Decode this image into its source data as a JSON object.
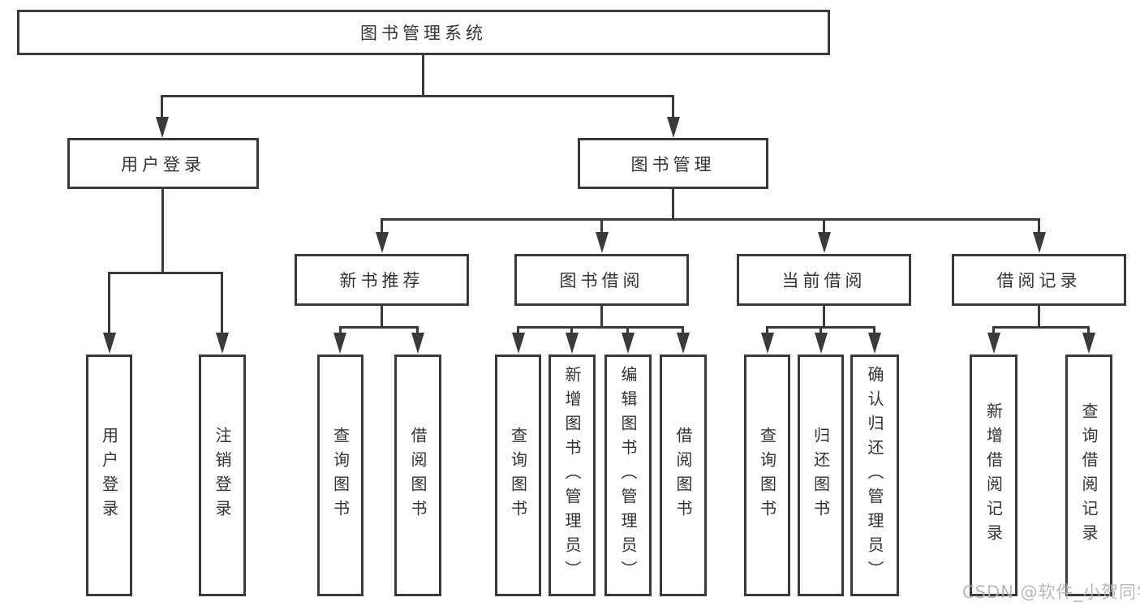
{
  "diagram": {
    "tree": {
      "root": {
        "label": "图书管理系统"
      },
      "level2": [
        {
          "label": "用户登录",
          "leaves": [
            "用户登录",
            "注销登录"
          ]
        },
        {
          "label": "图书管理"
        }
      ],
      "level3": [
        {
          "label": "新书推荐",
          "leaves": [
            "查询图书",
            "借阅图书"
          ]
        },
        {
          "label": "图书借阅",
          "leaves": [
            "查询图书",
            "新增图书（管理员）",
            "编辑图书（管理员）",
            "借阅图书"
          ]
        },
        {
          "label": "当前借阅",
          "leaves": [
            "查询图书",
            "归还图书",
            "确认归还（管理员）"
          ]
        },
        {
          "label": "借阅记录",
          "leaves": [
            "新增借阅记录",
            "查询借阅记录"
          ]
        }
      ]
    },
    "watermark": "CSDN @软件_小贺同学",
    "colors": {
      "line": "#3a3a3a",
      "text": "#333333",
      "background": "#ffffff",
      "watermark": "#b3b3b3"
    }
  }
}
